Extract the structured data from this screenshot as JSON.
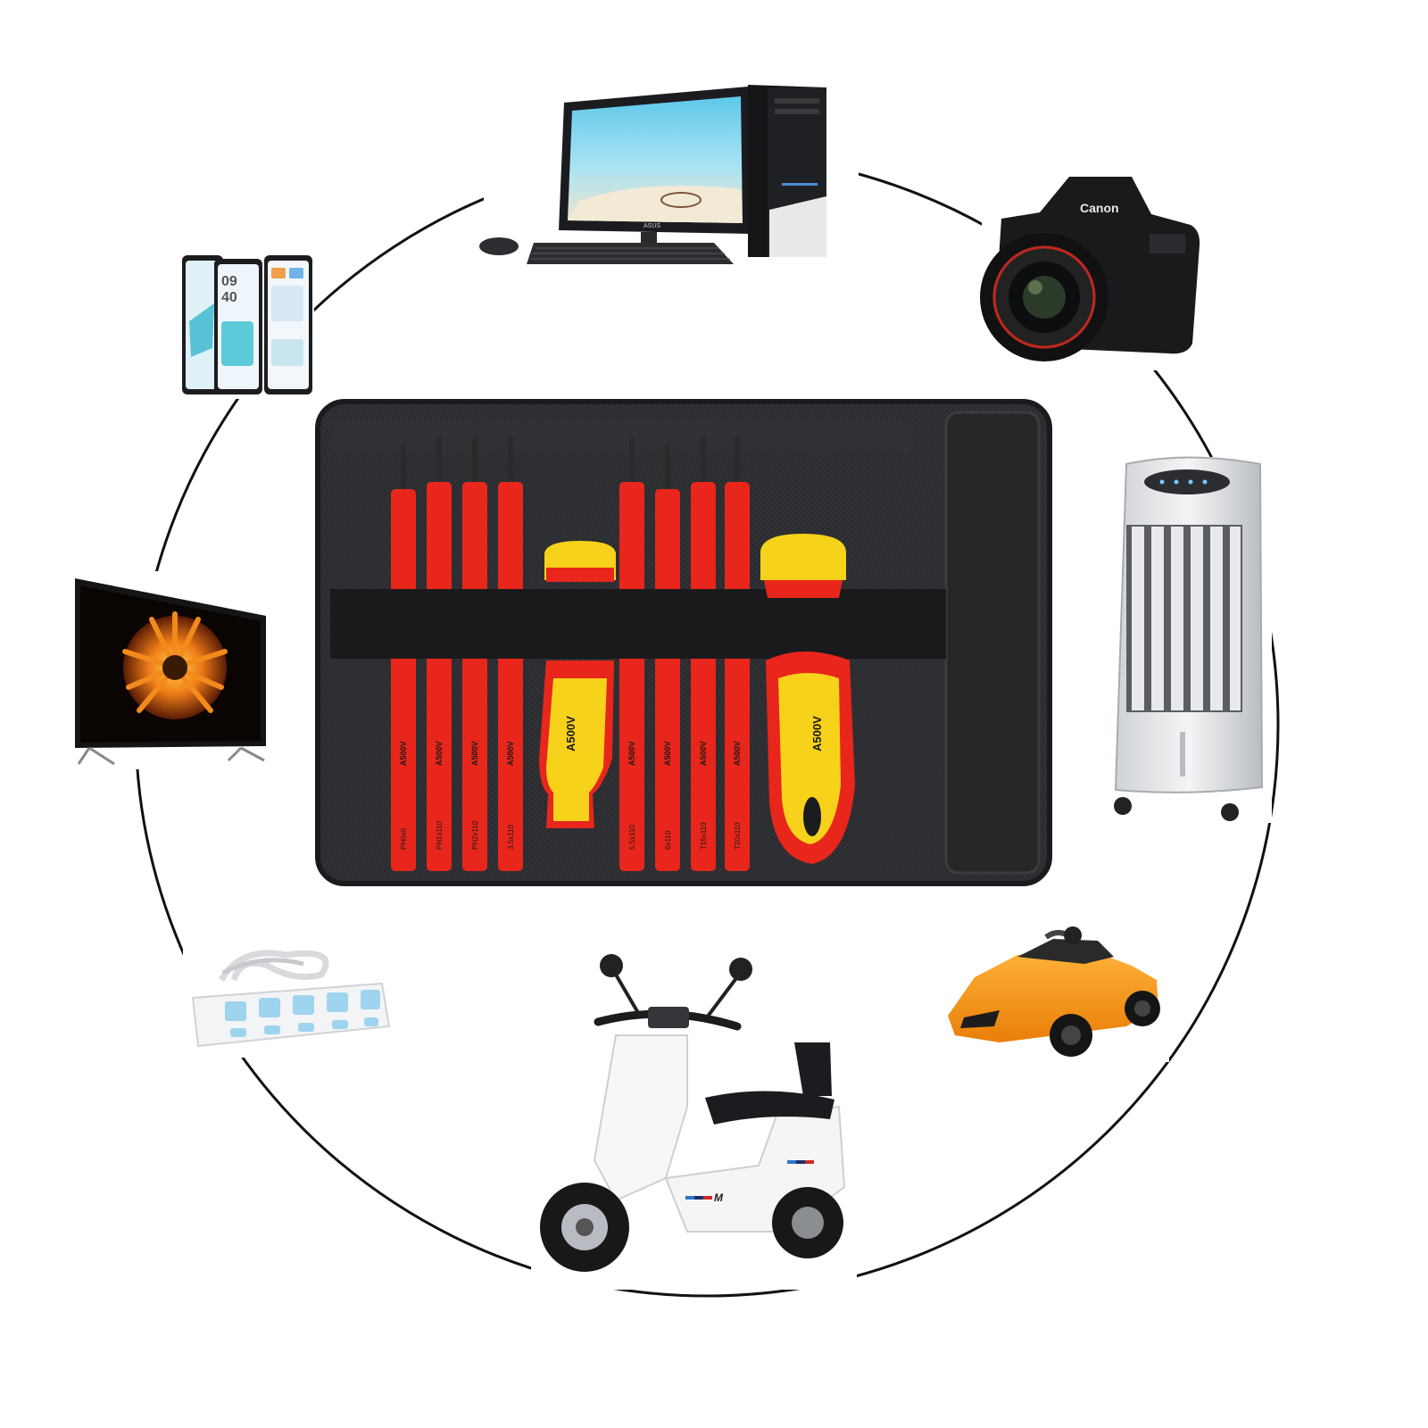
{
  "brand_text": {
    "monitor": "ASUS",
    "camera": "Canon",
    "tag": "M"
  },
  "tools": {
    "bits": [
      {
        "voltage": "A500V",
        "size": "PH0x0"
      },
      {
        "voltage": "A500V",
        "size": "PH1x110"
      },
      {
        "voltage": "A500V",
        "size": "PH2x110"
      },
      {
        "voltage": "A500V",
        "size": "3.5x110"
      },
      {
        "voltage": "A500V",
        "size": "5.5x110"
      },
      {
        "voltage": "A500V",
        "size": "6x110"
      },
      {
        "voltage": "A500V",
        "size": "T15x110"
      },
      {
        "voltage": "A500V",
        "size": "T20x110"
      }
    ],
    "handle_label": "A500V"
  },
  "colors": {
    "ring": "#111111",
    "pouch": "#2a2b2e",
    "insulation_red": "#e8261b",
    "handle_yellow": "#f6d21a"
  }
}
